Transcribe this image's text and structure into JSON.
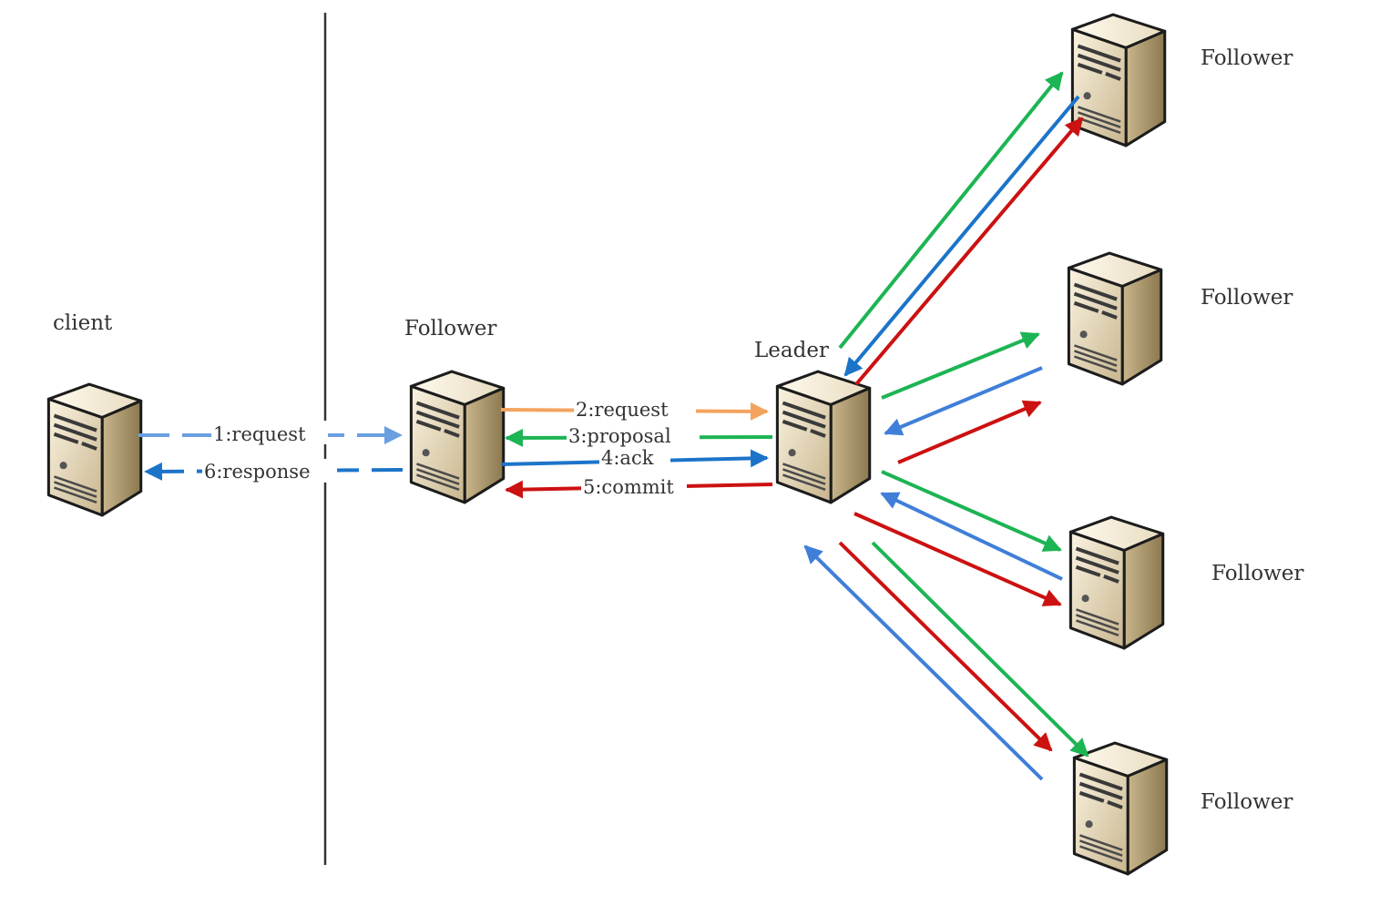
{
  "colors": {
    "orange": "#f4a35f",
    "green": "#1db454",
    "blue": "#1c74c9",
    "light_blue": "#6a9fe0",
    "mid_blue": "#3f7fd8",
    "red": "#cc1111",
    "divider": "#333333"
  },
  "nodes": {
    "client": {
      "label": "client",
      "icon": "server-icon"
    },
    "follower_main": {
      "label": "Follower",
      "icon": "server-icon"
    },
    "leader": {
      "label": "Leader",
      "icon": "server-icon"
    },
    "follower_1": {
      "label": "Follower",
      "icon": "server-icon"
    },
    "follower_2": {
      "label": "Follower",
      "icon": "server-icon"
    },
    "follower_3": {
      "label": "Follower",
      "icon": "server-icon"
    },
    "follower_4": {
      "label": "Follower",
      "icon": "server-icon"
    }
  },
  "edges": {
    "client_request": "1:request",
    "client_response": "6:response",
    "leader_request": "2:request",
    "proposal": "3:proposal",
    "ack": "4:ack",
    "commit": "5:commit"
  }
}
